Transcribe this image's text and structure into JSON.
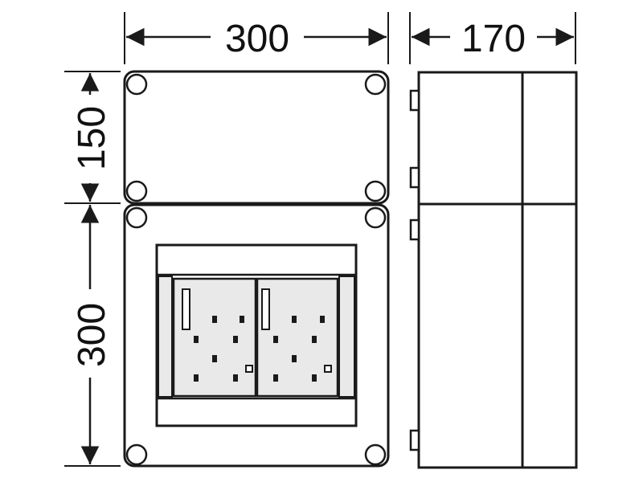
{
  "dimensions": {
    "front_width": "300",
    "side_depth": "170",
    "top_height": "150",
    "bottom_height": "300"
  },
  "colors": {
    "line": "#1a1a1a",
    "panel_fill": "#e9e9e9",
    "background": "#ffffff"
  }
}
